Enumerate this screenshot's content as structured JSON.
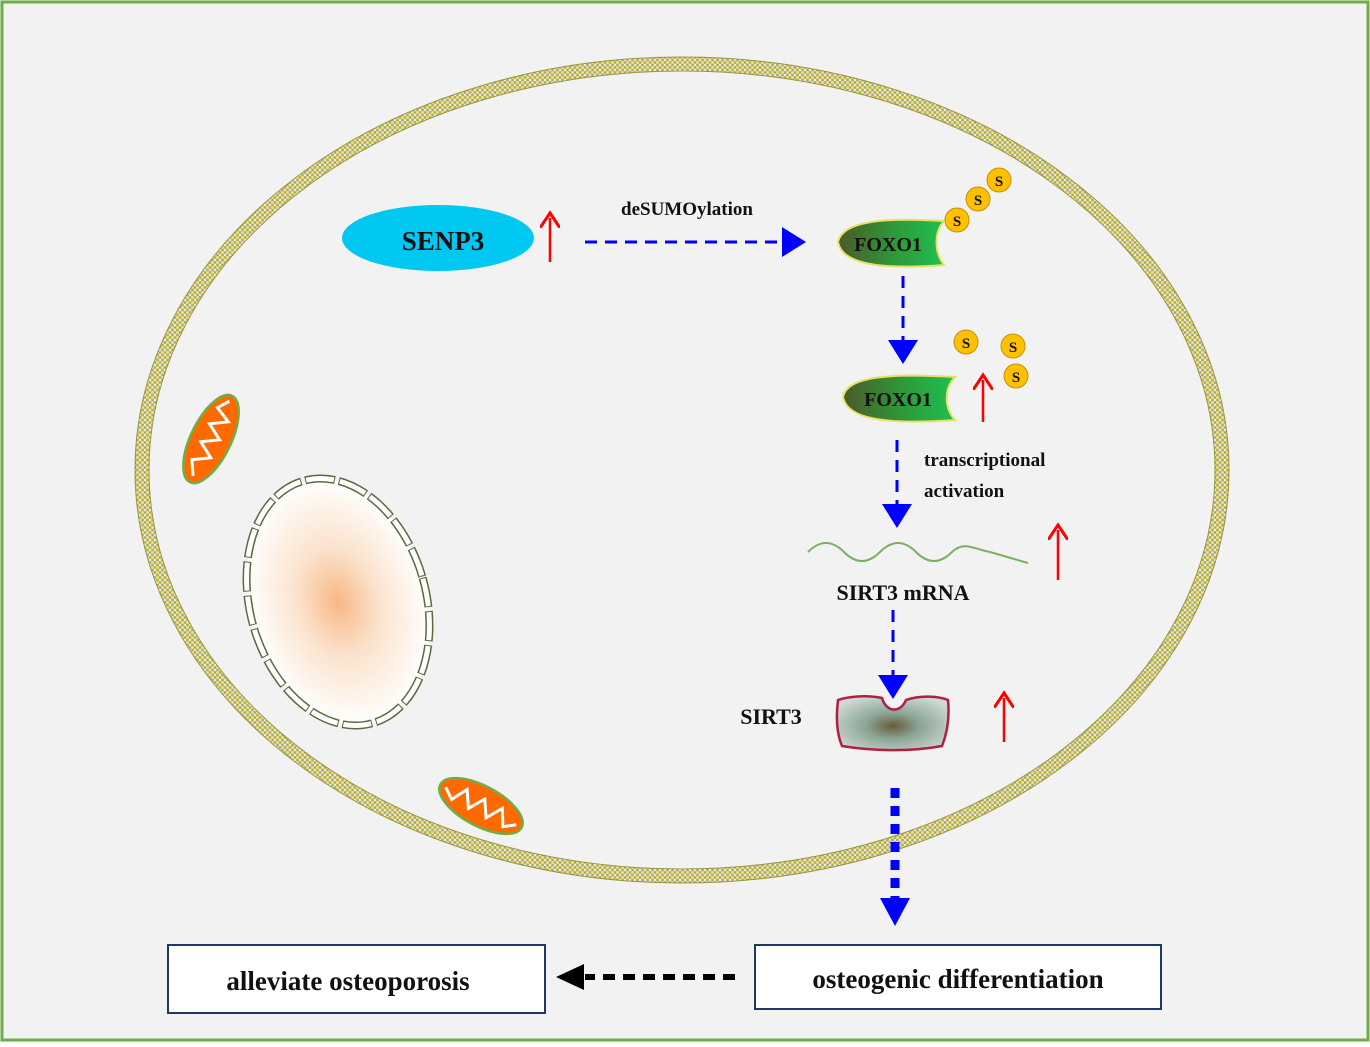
{
  "labels": {
    "senp3": "SENP3",
    "desumoylation": "deSUMOylation",
    "foxo1_top": "FOXO1",
    "foxo1_mid": "FOXO1",
    "transcriptional_1": "transcriptional",
    "transcriptional_2": "activation",
    "sirt3_mrna": "SIRT3 mRNA",
    "sirt3": "SIRT3",
    "sumo": "S",
    "osteogenic": "osteogenic differentiation",
    "alleviate": "alleviate osteoporosis"
  },
  "colors": {
    "background": "#f2f2f2",
    "frame": "#70ad47",
    "membrane": "#d9d26a",
    "senp3": "#00c8f0",
    "foxo1": "#2db04a",
    "sumo": "#ffc000",
    "pathway_arrow": "#0000ff",
    "up_arrow": "#ff0000",
    "mitochondria": "#ff6a00",
    "sirt3_outline": "#b02040"
  },
  "icons": [
    "cell-membrane",
    "nucleus",
    "mitochondrion",
    "sumo-bead",
    "up-arrow-icon"
  ]
}
